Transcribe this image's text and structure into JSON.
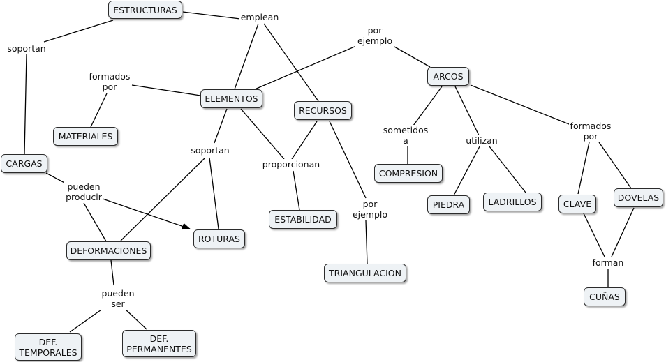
{
  "concepts": {
    "estructuras": "ESTRUCTURAS",
    "elementos": "ELEMENTOS",
    "recursos": "RECURSOS",
    "arcos": "ARCOS",
    "materiales": "MATERIALES",
    "cargas": "CARGAS",
    "deformaciones": "DEFORMACIONES",
    "roturas": "ROTURAS",
    "estabilidad": "ESTABILIDAD",
    "triangulacion": "TRIANGULACION",
    "compresion": "COMPRESION",
    "piedra": "PIEDRA",
    "ladrillos": "LADRILLOS",
    "clave": "CLAVE",
    "dovelas": "DOVELAS",
    "cunas": "CUÑAS",
    "def_temporales": "DEF.\nTEMPORALES",
    "def_permanentes": "DEF.\nPERMANENTES"
  },
  "links": {
    "emplean": "emplean",
    "soportan_cargas": "soportan",
    "por_ejemplo_arcos": "por\nejemplo",
    "formados_por_materiales": "formados\npor",
    "soportan_roturas": "soportan",
    "proporcionan": "proporcionan",
    "por_ejemplo_triangulacion": "por\nejemplo",
    "sometidos_a": "sometidos\na",
    "utilizan": "utilizan",
    "formados_por_dovelas": "formados\npor",
    "pueden_producir": "pueden\nproducir",
    "pueden_ser": "pueden\nser",
    "forman": "forman"
  }
}
